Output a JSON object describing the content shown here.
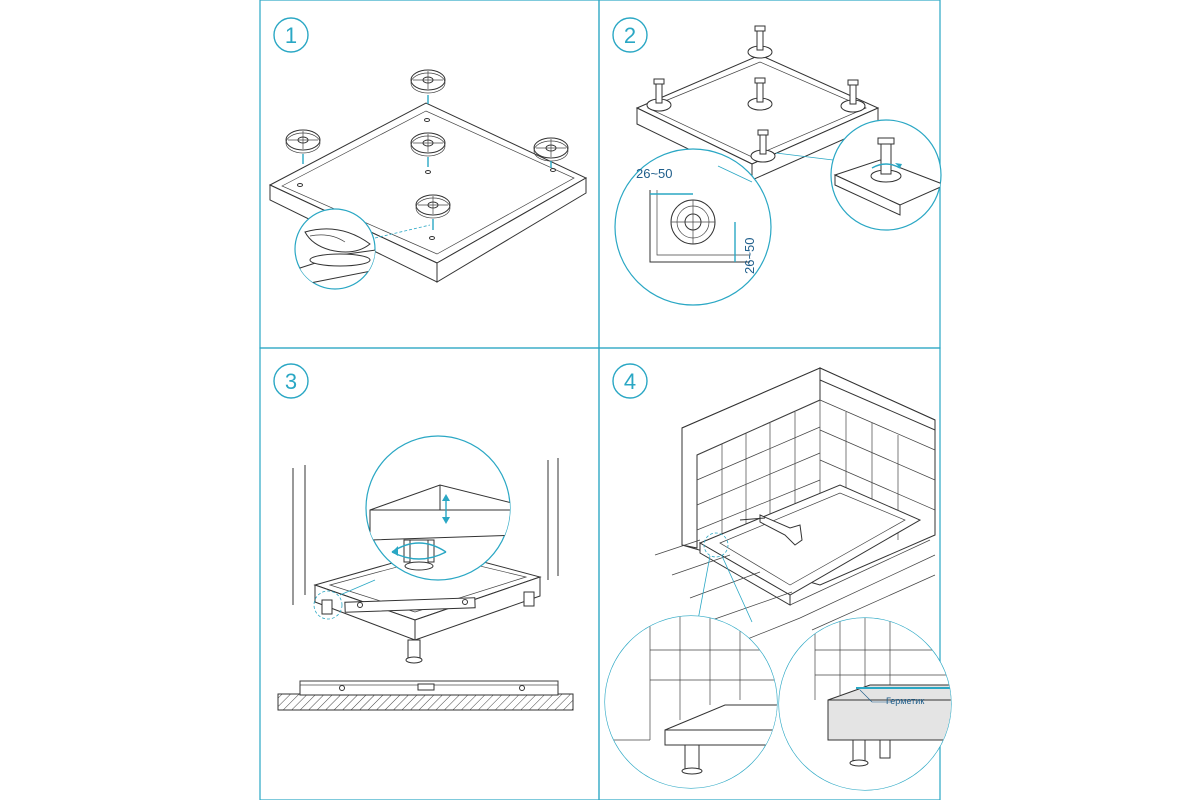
{
  "steps": [
    {
      "number": "1"
    },
    {
      "number": "2"
    },
    {
      "number": "3"
    },
    {
      "number": "4"
    }
  ],
  "step2": {
    "dim_horizontal": "26~50",
    "dim_vertical": "26~50"
  },
  "step4": {
    "sealant_label": "Герметик"
  },
  "colors": {
    "accent": "#2aa7c4",
    "line": "#333333",
    "dimension_text": "#1e5d8a"
  }
}
